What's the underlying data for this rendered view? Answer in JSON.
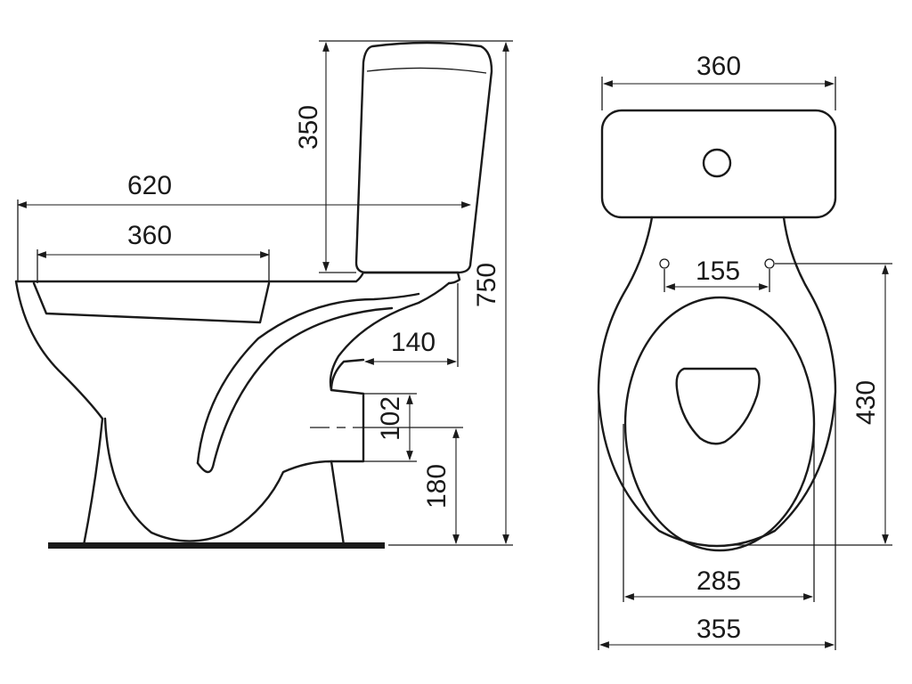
{
  "side_view": {
    "dims": {
      "total_length": "620",
      "seat_length": "360",
      "tank_height": "350",
      "total_height": "750",
      "outlet_offset": "140",
      "outlet_diameter": "102",
      "outlet_height": "180"
    }
  },
  "top_view": {
    "dims": {
      "tank_width": "360",
      "hinge_spacing": "155",
      "bowl_length": "430",
      "inner_width": "285",
      "outer_width": "355"
    }
  }
}
